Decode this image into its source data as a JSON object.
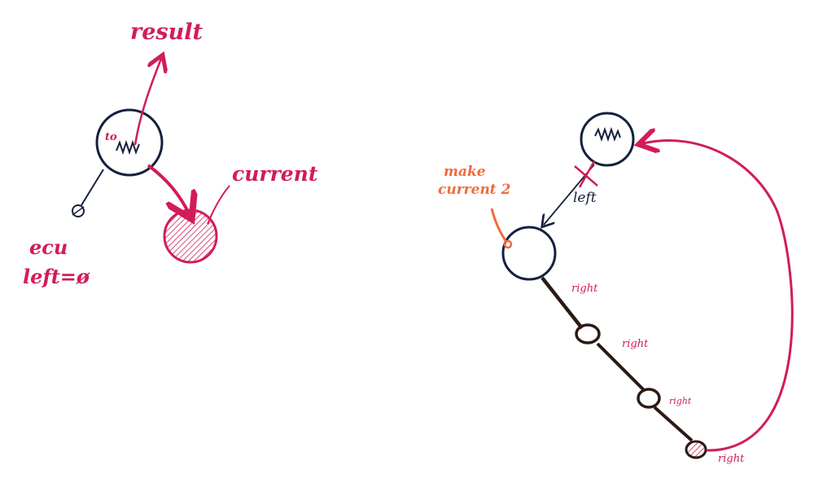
{
  "colors": {
    "red": "#d11d57",
    "navy": "#14213d",
    "brown": "#2b1a14",
    "orange": "#f26a3d",
    "background": "#ffffff"
  },
  "left_diagram": {
    "result_label": "result",
    "current_label": "current",
    "node_mark": "to",
    "null_note_line1": "ecu",
    "null_note_line2": "left=ø"
  },
  "right_diagram": {
    "annotation_line1": "make",
    "annotation_line2": "current 2",
    "left_edge_label": "left",
    "right_labels": [
      "right",
      "right",
      "right",
      "right"
    ]
  }
}
